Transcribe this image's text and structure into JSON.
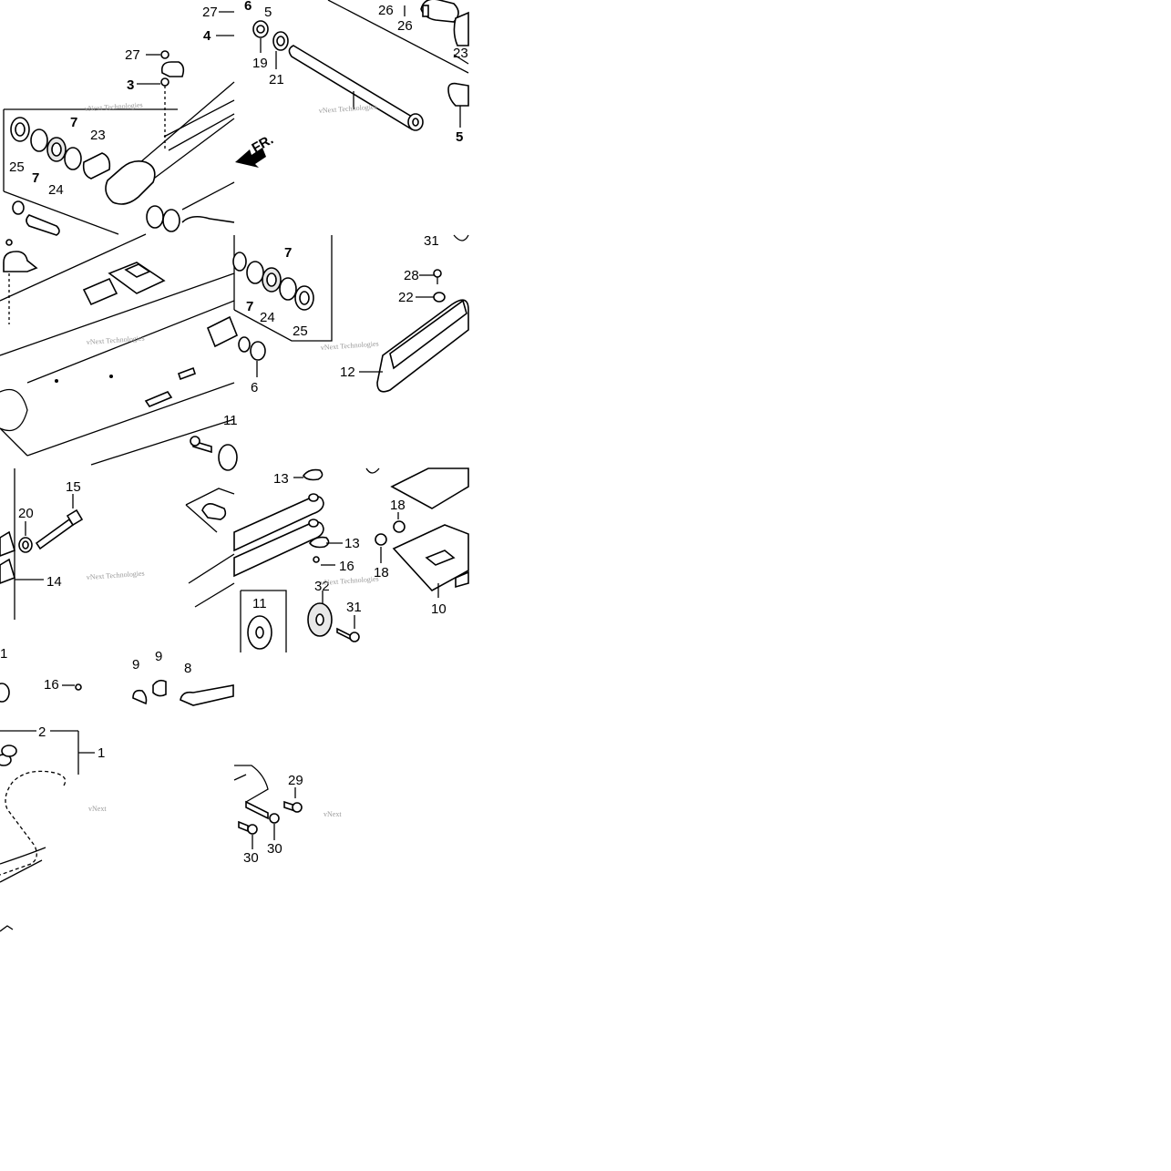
{
  "diagram": {
    "watermark": "vNext Technologies",
    "direction_label": "FR.",
    "labels": [
      {
        "id": "t1-27a",
        "text": "27",
        "bold": false
      },
      {
        "id": "t1-4",
        "text": "4",
        "bold": true
      },
      {
        "id": "t1-6",
        "text": "6",
        "bold": true
      },
      {
        "id": "t1-5a",
        "text": "5",
        "bold": false
      },
      {
        "id": "t1-27b",
        "text": "27",
        "bold": false
      },
      {
        "id": "t1-3",
        "text": "3",
        "bold": true
      },
      {
        "id": "t1-7a",
        "text": "7",
        "bold": true
      },
      {
        "id": "t1-23a",
        "text": "23",
        "bold": false
      },
      {
        "id": "t1-25a",
        "text": "25",
        "bold": false
      },
      {
        "id": "t1-7b",
        "text": "7",
        "bold": true
      },
      {
        "id": "t1-24a",
        "text": "24",
        "bold": false
      },
      {
        "id": "t2-26a",
        "text": "26",
        "bold": false
      },
      {
        "id": "t2-26b",
        "text": "26",
        "bold": false
      },
      {
        "id": "t2-23",
        "text": "23",
        "bold": false
      },
      {
        "id": "t2-19",
        "text": "19",
        "bold": false
      },
      {
        "id": "t2-21",
        "text": "21",
        "bold": false
      },
      {
        "id": "t2-5",
        "text": "5",
        "bold": true
      },
      {
        "id": "t4-31",
        "text": "31",
        "bold": false
      },
      {
        "id": "t4-28",
        "text": "28",
        "bold": false
      },
      {
        "id": "t4-22",
        "text": "22",
        "bold": false
      },
      {
        "id": "t4-7a",
        "text": "7",
        "bold": true
      },
      {
        "id": "t4-7b",
        "text": "7",
        "bold": true
      },
      {
        "id": "t4-24",
        "text": "24",
        "bold": false
      },
      {
        "id": "t4-25",
        "text": "25",
        "bold": false
      },
      {
        "id": "t4-6",
        "text": "6",
        "bold": false
      },
      {
        "id": "t4-12",
        "text": "12",
        "bold": false
      },
      {
        "id": "t3-11",
        "text": "11",
        "bold": false
      },
      {
        "id": "t5-15",
        "text": "15",
        "bold": false
      },
      {
        "id": "t5-20",
        "text": "20",
        "bold": false
      },
      {
        "id": "t5-14",
        "text": "14",
        "bold": false
      },
      {
        "id": "t6-13a",
        "text": "13",
        "bold": false
      },
      {
        "id": "t6-18a",
        "text": "18",
        "bold": false
      },
      {
        "id": "t6-13b",
        "text": "13",
        "bold": false
      },
      {
        "id": "t6-16",
        "text": "16",
        "bold": false
      },
      {
        "id": "t6-18b",
        "text": "18",
        "bold": false
      },
      {
        "id": "t6-32",
        "text": "32",
        "bold": false
      },
      {
        "id": "t6-11",
        "text": "11",
        "bold": false
      },
      {
        "id": "t6-31",
        "text": "31",
        "bold": false
      },
      {
        "id": "t6-10",
        "text": "10",
        "bold": false
      },
      {
        "id": "t7-16",
        "text": "16",
        "bold": false
      },
      {
        "id": "t7-9a",
        "text": "9",
        "bold": false
      },
      {
        "id": "t7-9b",
        "text": "9",
        "bold": false
      },
      {
        "id": "t7-8",
        "text": "8",
        "bold": false
      },
      {
        "id": "t7-2",
        "text": "2",
        "bold": false
      },
      {
        "id": "t7-1",
        "text": "1",
        "bold": false
      },
      {
        "id": "t8-29",
        "text": "29",
        "bold": false
      },
      {
        "id": "t8-30a",
        "text": "30",
        "bold": false
      },
      {
        "id": "t8-30b",
        "text": "30",
        "bold": false
      }
    ]
  }
}
